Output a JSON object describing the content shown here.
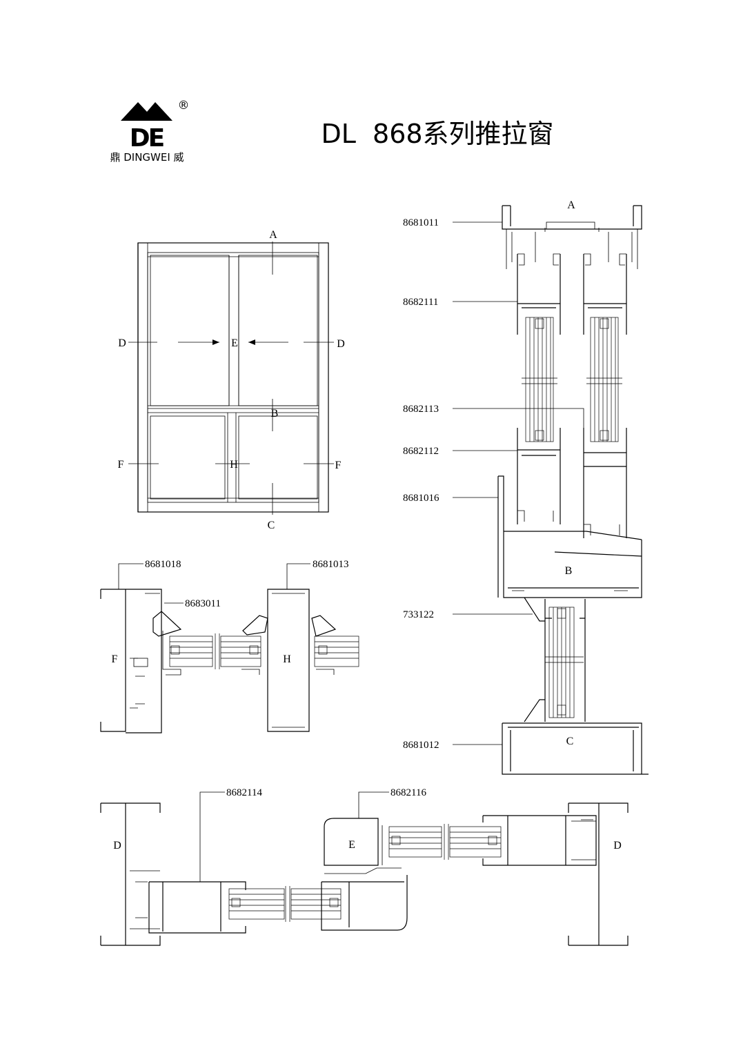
{
  "logo": {
    "mark": "DE",
    "registered": "®",
    "brand": "鼎 DINGWEI 威"
  },
  "title": "DL  868系列推拉窗",
  "elevation": {
    "labels": {
      "a": "A",
      "b": "B",
      "c": "C",
      "d_left": "D",
      "d_right": "D",
      "e": "E",
      "f_left": "F",
      "f_right": "F",
      "h": "H"
    }
  },
  "section_fh": {
    "parts": {
      "frame": "8681018",
      "bead": "8683011",
      "mullion": "8681013"
    },
    "labels": {
      "f": "F",
      "h": "H"
    }
  },
  "section_abc": {
    "parts": {
      "top_frame": "8681011",
      "upper_sash_top": "8682111",
      "sash_rail": "8682113",
      "sash_bottom": "8682112",
      "transom": "8681016",
      "bead": "733122",
      "bottom_frame": "8681012"
    },
    "labels": {
      "a": "A",
      "b": "B",
      "c": "C"
    }
  },
  "section_de": {
    "parts": {
      "sash_stile": "8682114",
      "interlock": "8682116"
    },
    "labels": {
      "d_left": "D",
      "e": "E",
      "d_right": "D"
    }
  }
}
